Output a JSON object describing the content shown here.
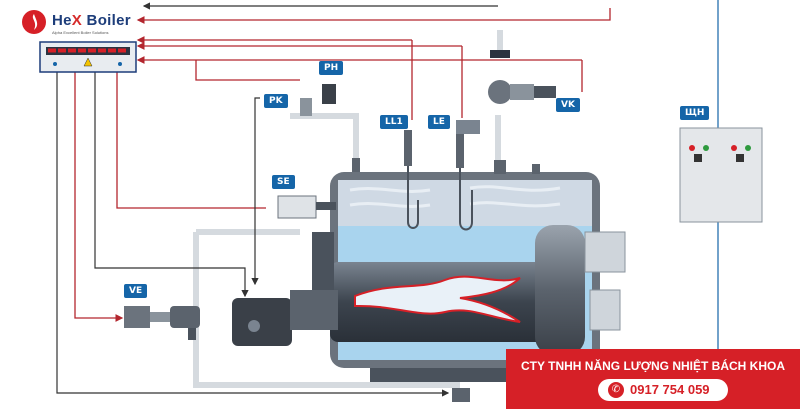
{
  "logo": {
    "brand": "HeX Boiler",
    "tagline": "Alpha Excellent Boiler Solutions"
  },
  "tags": {
    "ph": "PH",
    "pk": "PK",
    "ll1": "LL1",
    "le": "LE",
    "vk": "VK",
    "se": "SE",
    "ve": "VE",
    "shn": "ЩН"
  },
  "banner": {
    "company": "CTY TNHH NĂNG LƯỢNG NHIỆT BÁCH KHOA",
    "phone": "0917 754 059"
  },
  "colors": {
    "signal": "#b3262e",
    "control": "#333333",
    "tag": "#1565a8",
    "banner": "#d62027",
    "water": "#a9d4ee",
    "steam": "#cfd9e4"
  }
}
